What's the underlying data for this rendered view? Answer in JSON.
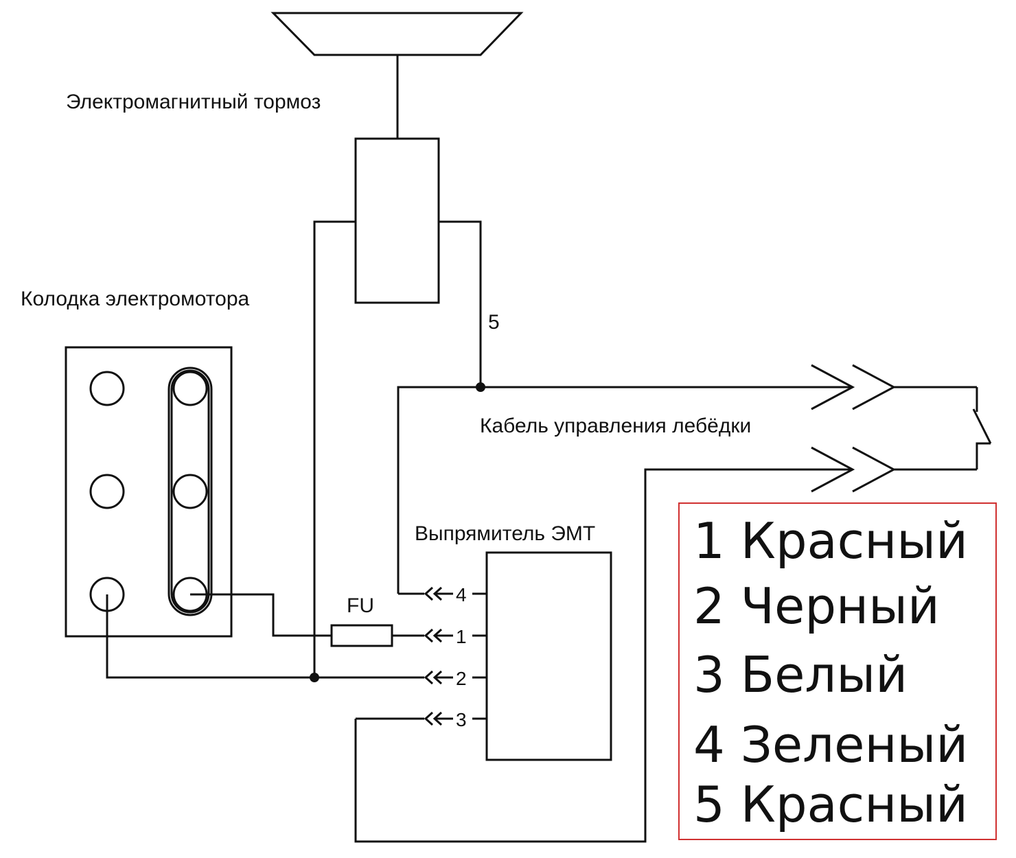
{
  "labels": {
    "brake": "Электромагнитный тормоз",
    "motor_block": "Колодка электромотора",
    "cable": "Кабель управления лебёдки",
    "rectifier": "Выпрямитель ЭМТ",
    "fuse": "FU",
    "wire5": "5"
  },
  "pins": [
    "4",
    "1",
    "2",
    "3"
  ],
  "legend": [
    "1 Красный",
    "2 Черный",
    "3 Белый",
    "4 Зеленый",
    "5 Красный"
  ],
  "colors": {
    "line": "#111111",
    "legend_border": "#d03030"
  }
}
